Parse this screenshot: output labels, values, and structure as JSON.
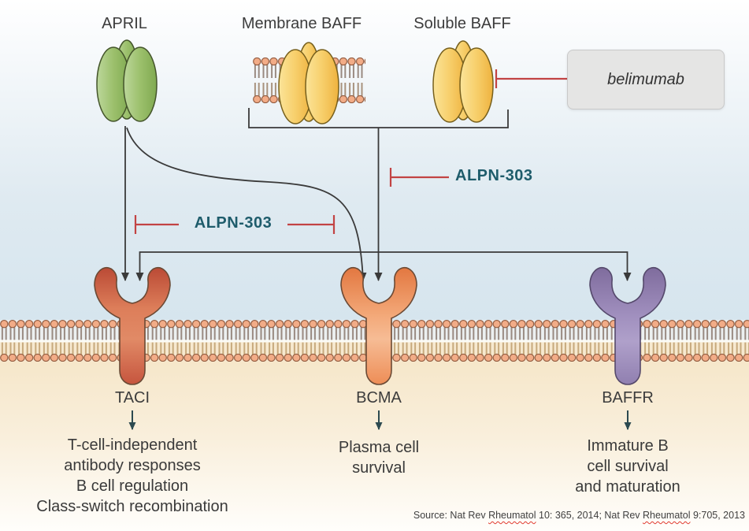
{
  "ligands": [
    {
      "label": "APRIL"
    },
    {
      "label": "Membrane BAFF"
    },
    {
      "label": "Soluble BAFF"
    }
  ],
  "inhibitors": {
    "belimumab": {
      "label": "belimumab"
    },
    "alpn_baff": {
      "label": "ALPN-303"
    },
    "alpn_april": {
      "label": "ALPN-303"
    }
  },
  "receptors": [
    {
      "name": "TACI",
      "outcome": "T-cell-independent\nantibody responses\nB cell regulation\nClass-switch recombination"
    },
    {
      "name": "BCMA",
      "outcome": "Plasma cell\nsurvival"
    },
    {
      "name": "BAFFR",
      "outcome": "Immature B\ncell survival\nand maturation"
    }
  ],
  "source": {
    "prefix": "Source: Nat Rev ",
    "journal1": "Rheumatol",
    "mid": " 10: 365, 2014; Nat Rev ",
    "journal2": "Rheumatol",
    "suffix": " 9:705, 2013"
  },
  "colors": {
    "red": "#C24343",
    "teal": "#1E5C6B",
    "line_dark": "#3A3A3A",
    "taci": "#C9543C",
    "bcma": "#EF8B55",
    "baffr": "#9484B4",
    "april_green": "#8FB55C",
    "baff_gold": "#F2C24F",
    "membrane_head": "#F2AC87",
    "belimumab_box": "#E5E5E4"
  }
}
